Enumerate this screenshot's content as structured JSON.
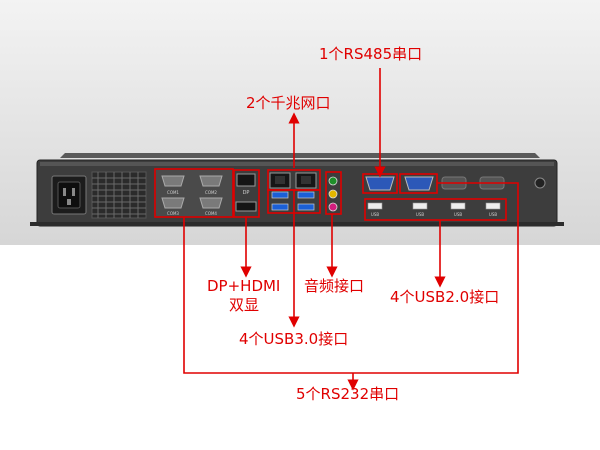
{
  "labels": {
    "rs485": "1个RS485串口",
    "lan": "2个千兆网口",
    "dp_hdmi_line1": "DP+HDMI",
    "dp_hdmi_line2": "双显",
    "audio": "音频接口",
    "usb20": "4个USB2.0接口",
    "usb30": "4个USB3.0接口",
    "rs232": "5个RS232串口"
  },
  "panel_print": {
    "com1": "COM1",
    "com2": "COM2",
    "com3": "COM3",
    "com4": "COM4",
    "dp": "DP",
    "usb": "USB"
  },
  "colors": {
    "accent": "#e00000",
    "chassis": "#3a3a3a"
  }
}
